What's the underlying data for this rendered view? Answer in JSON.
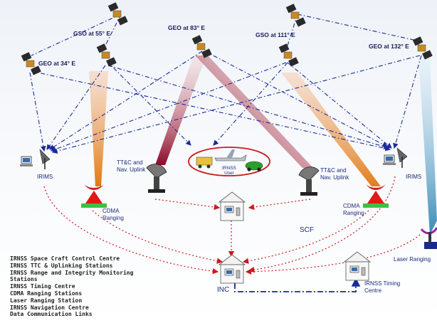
{
  "satellites": [
    {
      "id": "geo34",
      "label": "GEO at 34° E"
    },
    {
      "id": "gso55",
      "label": "GSO at 55° E"
    },
    {
      "id": "geo83",
      "label": "GEO at 83° E"
    },
    {
      "id": "gso111",
      "label": "GSO at 111° E"
    },
    {
      "id": "geo132",
      "label": "GEO at 132° E"
    }
  ],
  "stations": {
    "irims_left": "IRIMS",
    "irims_right": "IRIMS",
    "ttc_left_line1": "TT&C and",
    "ttc_left_line2": "Nav. Uplink",
    "ttc_right_line1": "TT&C and",
    "ttc_right_line2": "Nav. Uplink",
    "cdma_left_line1": "CDMA",
    "cdma_left_line2": "Ranging",
    "cdma_right_line1": "CDMA",
    "cdma_right_line2": "Ranging",
    "user_line1": "IRNSS",
    "user_line2": "User",
    "scf": "SCF",
    "inc": "INC",
    "timing_line1": "IRNSS Timing",
    "timing_line2": "Centre",
    "laser": "Laser Ranging"
  },
  "legend": [
    "IRNSS Space Craft Control Centre",
    "IRNSS TTC & Uplinking Stations",
    "IRNSS Range and Integrity Monitoring",
    "Stations",
    "IRNSS Timing Centre",
    "CDMA Ranging Stations",
    "Laser Ranging Station",
    "IRNSS Navigation Centre",
    "Data Communication Links"
  ],
  "colors": {
    "blue_link": "#1a2a9a",
    "red_link": "#cc1a1a",
    "beam_dark": "#8b0a2a",
    "beam_orange": "#e07810",
    "beam_blue": "#3a8ab8",
    "user_oval": "#cc1a1a"
  }
}
